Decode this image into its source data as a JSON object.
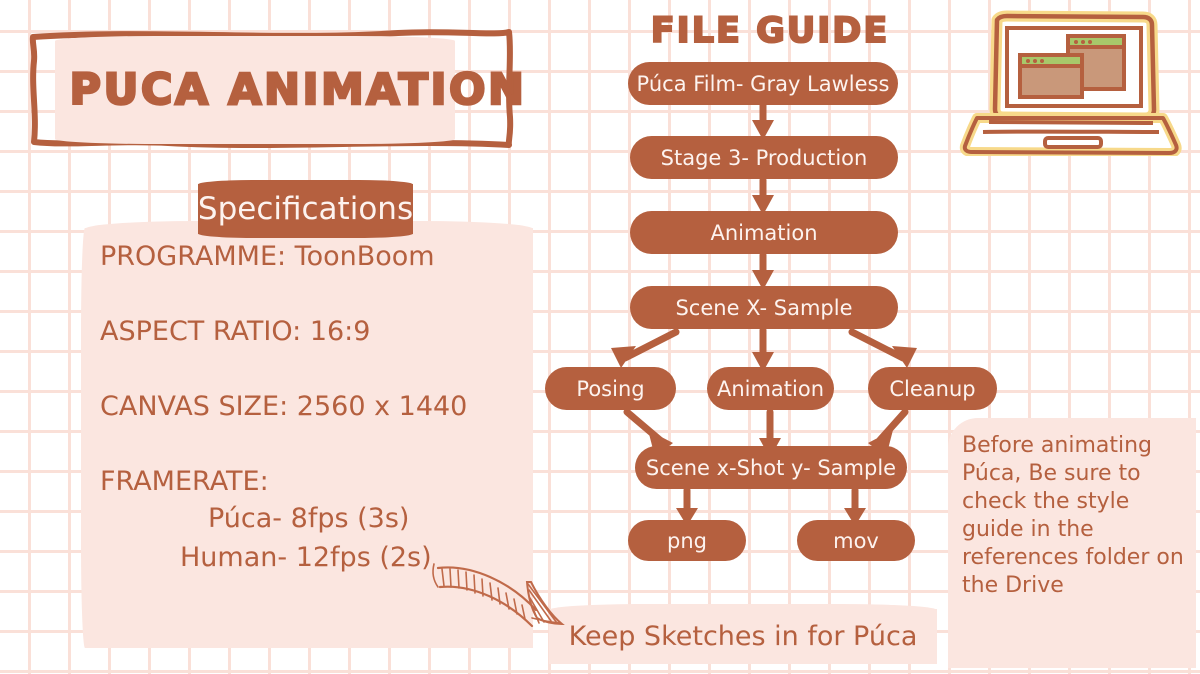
{
  "theme": {
    "brown": "#b5603f",
    "pink": "#fbe6e0",
    "grid_line": "#fae0d8",
    "background": "#ffffff",
    "cream": "#f7d98a",
    "green": "#a8c86a",
    "tan": "#c9987a"
  },
  "title": {
    "text": "PUCA ANIMATION"
  },
  "specifications": {
    "heading": "Specifications",
    "rows": [
      "PROGRAMME: ToonBoom",
      "ASPECT RATIO: 16:9",
      "CANVAS SIZE: 2560 x 1440",
      "FRAMERATE:"
    ],
    "framerate_sub": [
      "Púca- 8fps (3s)",
      "Human- 12fps (2s)"
    ]
  },
  "keep_banner": {
    "text": "Keep Sketches in for Púca"
  },
  "file_guide": {
    "title": "FILE GUIDE",
    "nodes": [
      {
        "id": "film",
        "label": "Púca Film- Gray Lawless"
      },
      {
        "id": "stage",
        "label": "Stage 3- Production"
      },
      {
        "id": "anim",
        "label": "Animation"
      },
      {
        "id": "scene",
        "label": "Scene X- Sample"
      },
      {
        "id": "posing",
        "label": "Posing"
      },
      {
        "id": "anim2",
        "label": "Animation"
      },
      {
        "id": "cleanup",
        "label": "Cleanup"
      },
      {
        "id": "shot",
        "label": "Scene x-Shot y- Sample"
      },
      {
        "id": "png",
        "label": "png"
      },
      {
        "id": "mov",
        "label": "mov"
      }
    ]
  },
  "note": {
    "text": "Before animating Púca, Be sure to check the style guide in the references folder on the Drive"
  },
  "icons": {
    "laptop": "laptop-illustration",
    "arrow": "hand-drawn-curved-arrow"
  }
}
